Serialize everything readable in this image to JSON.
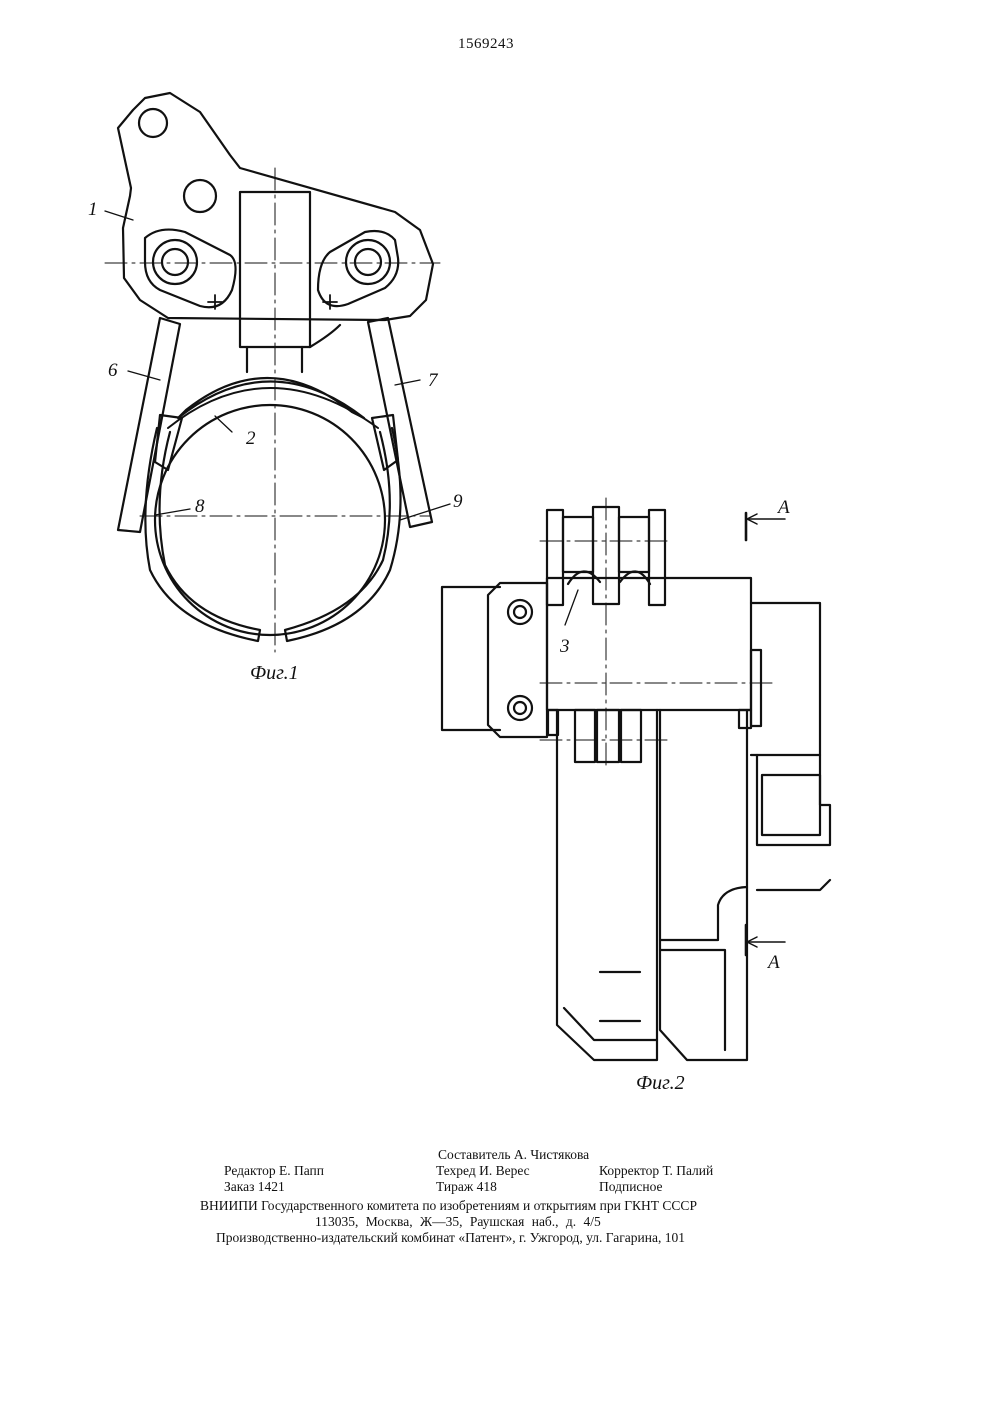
{
  "header": {
    "patent_number": "1569243"
  },
  "figure1": {
    "caption": "Фиг.1",
    "labels": {
      "l1": "1",
      "l2": "2",
      "l6": "6",
      "l7": "7",
      "l8": "8",
      "l9": "9"
    }
  },
  "figure2": {
    "caption": "Фиг.2",
    "labels": {
      "l3": "3",
      "section_top": "A",
      "section_bottom": "A"
    }
  },
  "colophon": {
    "compiler": "Составитель А. Чистякова",
    "editor": "Редактор Е. Папп",
    "tech_editor": "Техред И. Верес",
    "proofreader": "Корректор Т. Палий",
    "order": "Заказ 1421",
    "circulation": "Тираж 418",
    "subscription": "Подписное",
    "institute": "ВНИИПИ Государственного комитета по изобретениям и открытиям при ГКНТ СССР",
    "address": "113035, Москва, Ж—35, Раушская наб., д. 4/5",
    "printer": "Производственно-издательский комбинат «Патент», г. Ужгород, ул. Гагарина, 101"
  }
}
